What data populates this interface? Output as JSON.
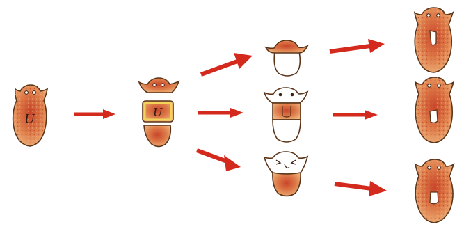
{
  "diagram": {
    "original": {
      "pharynx_letter": "U"
    },
    "cut_middle_piece": {
      "pharynx_letter": "U"
    },
    "colors": {
      "body_fill": "#e8a86a",
      "body_spot": "#c23a22",
      "outline": "#5a3418",
      "new_tissue": "#ffffff",
      "cut_band": "#f3d35a",
      "arrow": "#d42a1e"
    },
    "stages": [
      "intact-planarian",
      "cut-into-three-pieces",
      "regenerating-pieces",
      "regenerated-planarians"
    ]
  }
}
